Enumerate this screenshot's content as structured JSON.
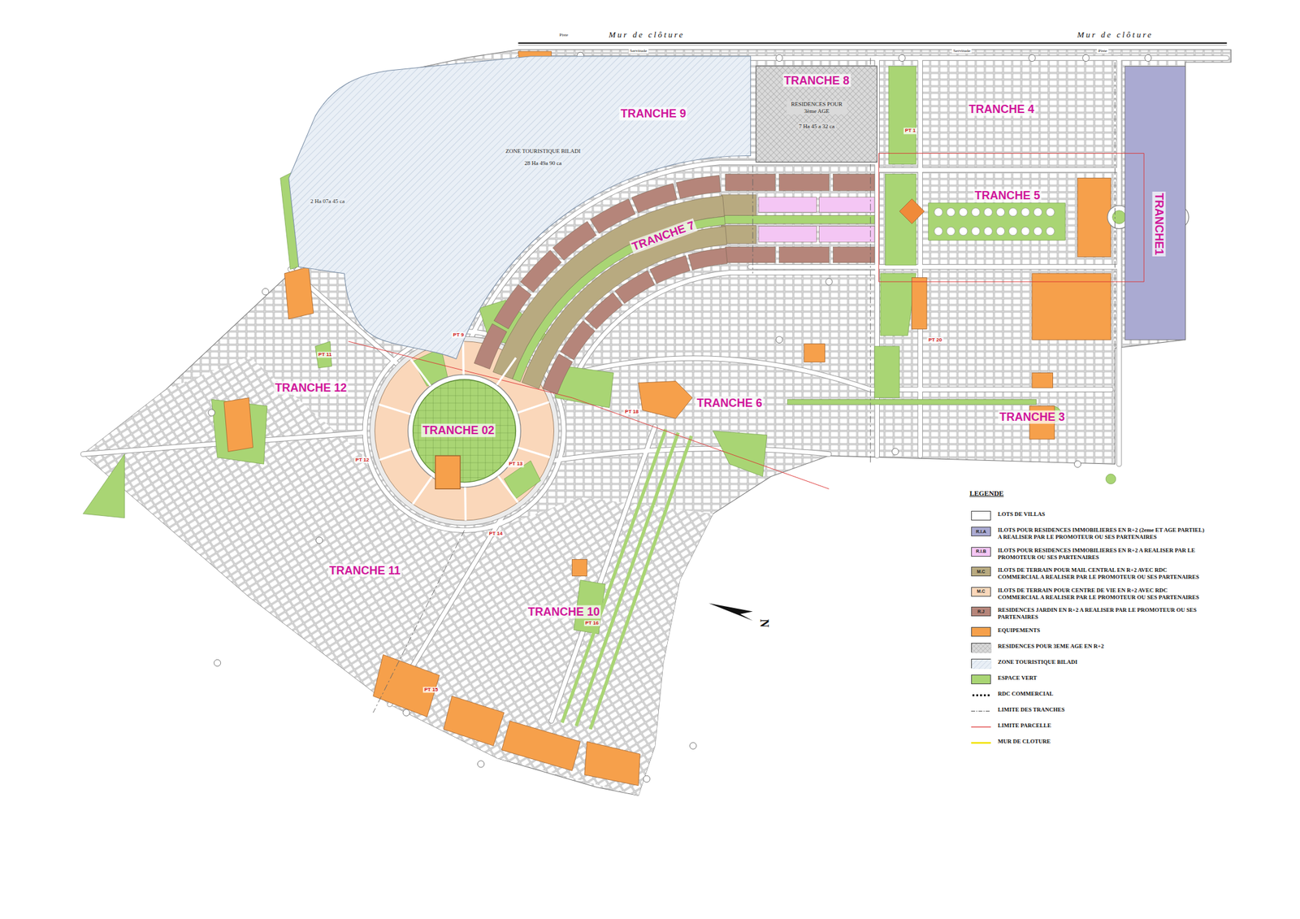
{
  "diagram": {
    "nodes": [
      {
        "text": [
          "ZONE TOURISTIQUE BILADI",
          "28 Ha 49a 90 ca"
        ]
      },
      {
        "text": [
          "RESIDENCES POUR 3ème AGE",
          "7 Ha 45 a 32 ca"
        ]
      }
    ],
    "labels": [
      "Piste",
      "Mur de clôture",
      "Servitude",
      "Servitude",
      "Mur de clôture",
      "Piste",
      "TRANCHE 9",
      "TRANCHE 8",
      "TRANCHE 4",
      "TRANCHE 5",
      "TRANCHE1",
      "TRANCHE 7",
      "TRANCHE 12",
      "TRANCHE 02",
      "TRANCHE 6",
      "TRANCHE 3",
      "TRANCHE 11",
      "TRANCHE 10",
      "2 Ha 07a 45 ca",
      "PT 9",
      "PT 11",
      "PT 12",
      "PT 13",
      "PT 14",
      "PT 15",
      "PT 16",
      "PT 18",
      "PT 20",
      "PT 1",
      "N",
      "LEGENDE",
      "R.I.A",
      "R.I.B",
      "M.C",
      "M.C",
      "R.J"
    ],
    "legend": [
      {
        "text": "LOTS DE VILLAS",
        "color": "#ffffff"
      },
      {
        "text": "ILOTS POUR RESIDENCES IMMOBILIERES EN R+2 (2eme ET AGE PARTIEL) A REALISER PAR LE PROMOTEUR OU SES PARTENAIRES",
        "color": "#aaaad2"
      },
      {
        "text": "ILOTS POUR RESIDENCES IMMOBILIERES EN R+2 A REALISER PAR LE PROMOTEUR OU SES PARTENAIRES",
        "color": "#f4c6f4"
      },
      {
        "text": "ILOTS DE TERRAIN POUR MAIL CENTRAL EN R+2 AVEC RDC COMMERCIAL A REALISER PAR LE PROMOTEUR OU SES PARTENAIRES",
        "color": "#b8aa80"
      },
      {
        "text": "ILOTS DE TERRAIN POUR CENTRE DE VIE EN R+2 AVEC RDC COMMERCIAL A REALISER PAR LE PROMOTEUR OU SES PARTENAIRES",
        "color": "#fad7ba"
      },
      {
        "text": "RESIDENCES JARDIN EN R+2 A REALISER PAR LE PROMOTEUR OU SES PARTENAIRES",
        "color": "#b5857a"
      },
      {
        "text": "EQUIPEMENTS",
        "color": "#f6a04b"
      },
      {
        "text": "RESIDENCES POUR 3EME AGE EN R+2"
      },
      {
        "text": "ZONE TOURISTIQUE BILADI"
      },
      {
        "text": "ESPACE VERT",
        "color": "#a9d574"
      },
      {
        "text": "RDC COMMERCIAL"
      },
      {
        "text": "LIMITE DES TRANCHES"
      },
      {
        "text": "LIMITE PARCELLE"
      },
      {
        "text": "MUR DE CLOTURE"
      }
    ]
  }
}
